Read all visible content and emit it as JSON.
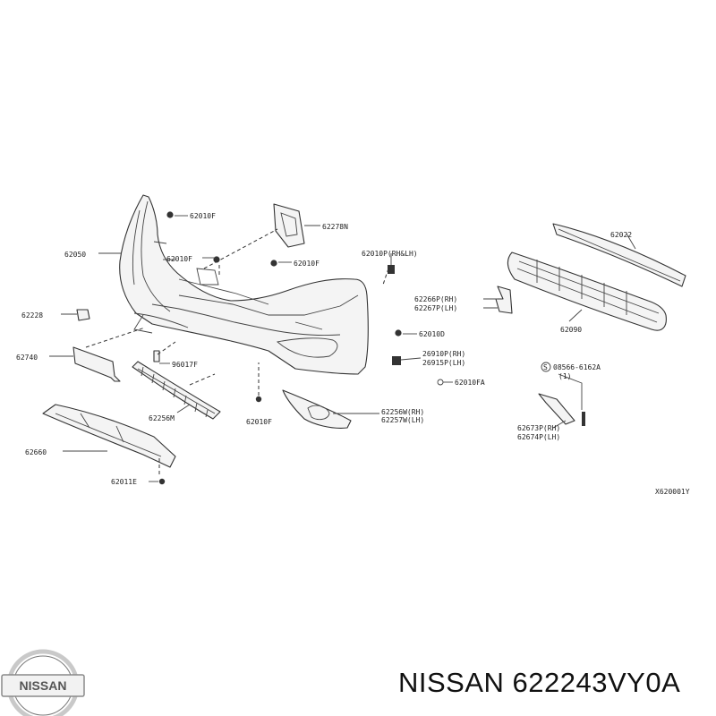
{
  "diagram": {
    "callouts": [
      {
        "id": "c1",
        "text": "62010F"
      },
      {
        "id": "c2",
        "text": "62278N"
      },
      {
        "id": "c3",
        "text": "62050"
      },
      {
        "id": "c4",
        "text": "62010F"
      },
      {
        "id": "c5",
        "text": "62010F"
      },
      {
        "id": "c6",
        "text": "62010P(RH&LH)"
      },
      {
        "id": "c7",
        "text": "62022"
      },
      {
        "id": "c8",
        "text": "62228"
      },
      {
        "id": "c9",
        "text": "62266P(RH)"
      },
      {
        "id": "c10",
        "text": "62267P(LH)"
      },
      {
        "id": "c11",
        "text": "62010D"
      },
      {
        "id": "c12",
        "text": "62090"
      },
      {
        "id": "c13",
        "text": "62740"
      },
      {
        "id": "c14",
        "text": "26910P(RH)"
      },
      {
        "id": "c15",
        "text": "26915P(LH)"
      },
      {
        "id": "c16",
        "text": "96017F"
      },
      {
        "id": "c17",
        "text": "62010FA"
      },
      {
        "id": "c18",
        "text": "08566-6162A"
      },
      {
        "id": "c19",
        "text": "(1)"
      },
      {
        "id": "c20",
        "text": "62256M"
      },
      {
        "id": "c21",
        "text": "62010F"
      },
      {
        "id": "c22",
        "text": "62256W(RH)"
      },
      {
        "id": "c23",
        "text": "62257W(LH)"
      },
      {
        "id": "c24",
        "text": "62660"
      },
      {
        "id": "c25",
        "text": "62673P(RH)"
      },
      {
        "id": "c26",
        "text": "62674P(LH)"
      },
      {
        "id": "c27",
        "text": "62011E"
      }
    ],
    "screw_marker": "S",
    "diagram_code": "X620001Y"
  },
  "brand": {
    "logo_text": "NISSAN",
    "caption": "NISSAN 622243VY0A"
  },
  "colors": {
    "line": "#333333",
    "logo_silver": "#c9c9c9",
    "logo_band": "#f2f2f2"
  }
}
